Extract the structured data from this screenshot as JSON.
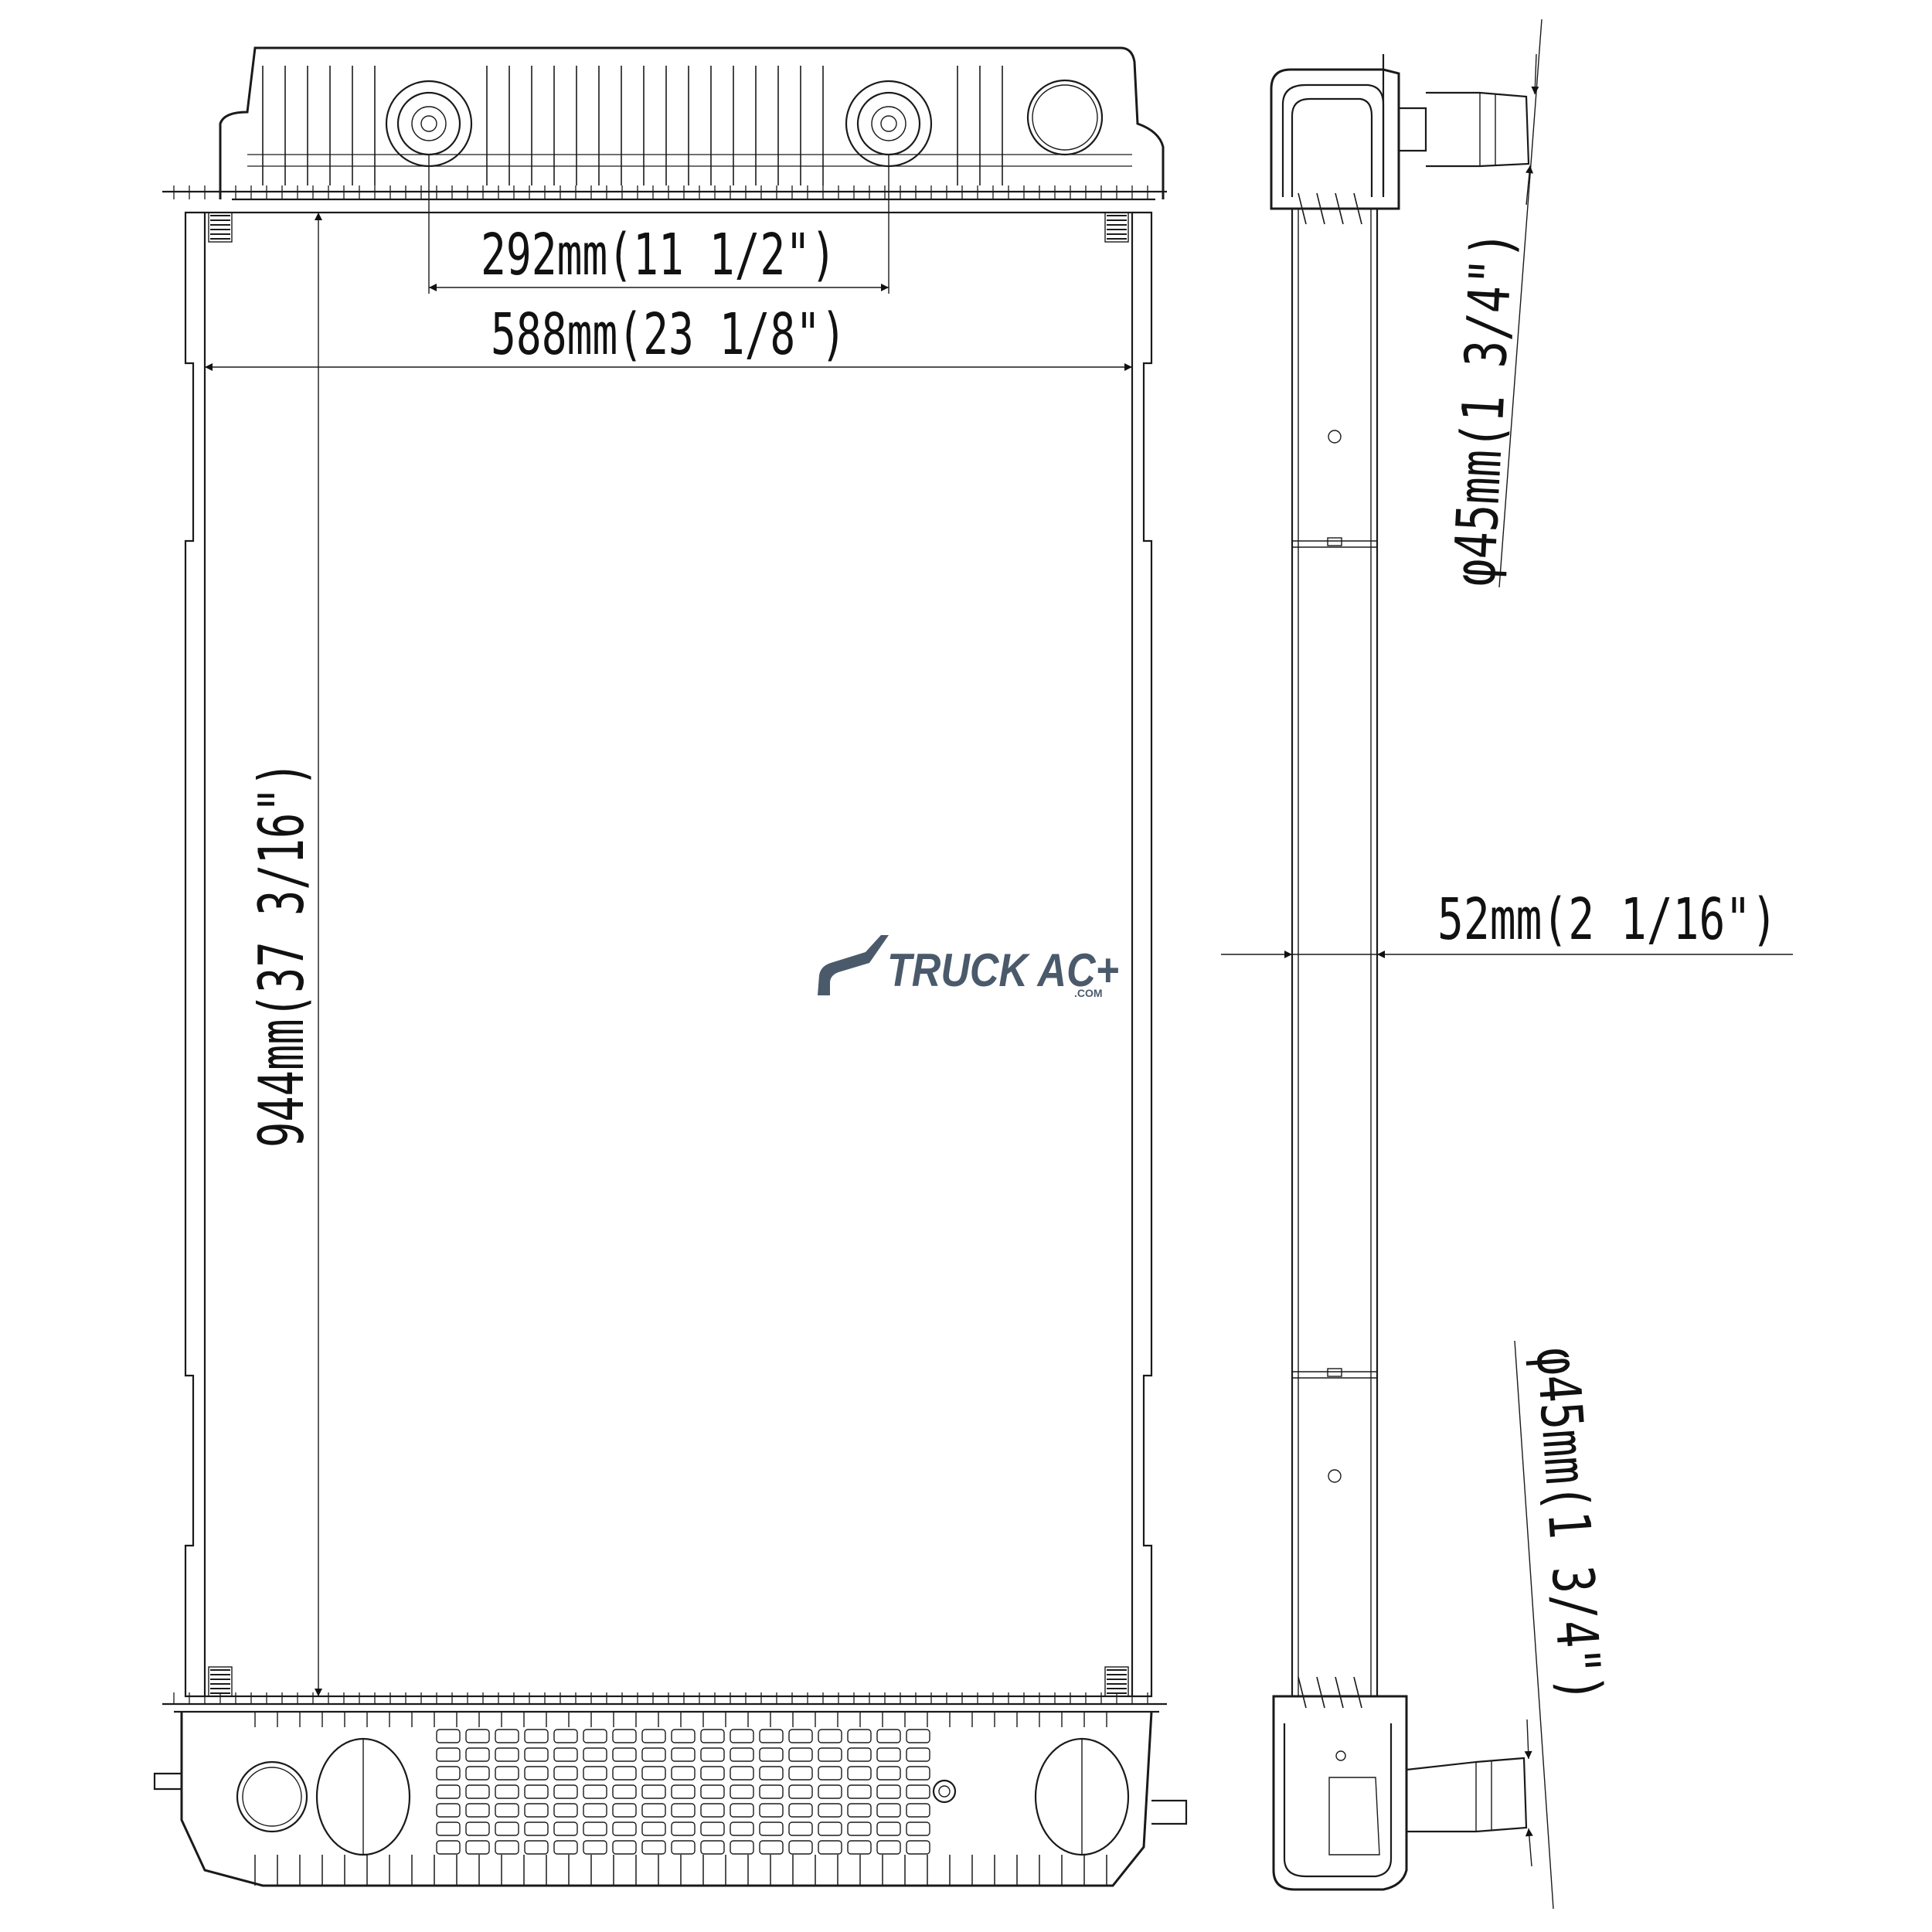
{
  "dimensions": {
    "inlet_spacing": "292mm(11 1/2\")",
    "core_width": "588mm(23 1/8\")",
    "core_height": "944mm(37 3/16\")",
    "core_depth": "52mm(2 1/16\")",
    "top_port_diameter": "φ45mm(1 3/4\")",
    "bottom_port_diameter": "φ45mm(1 3/4\")"
  },
  "logo": {
    "brand": "TRUCK AC+",
    "suffix": ".COM",
    "colors": {
      "primary": "#4a5a6b",
      "accent": "#e8642c"
    }
  },
  "colors": {
    "line": "#1a1a1a",
    "background": "#ffffff"
  }
}
